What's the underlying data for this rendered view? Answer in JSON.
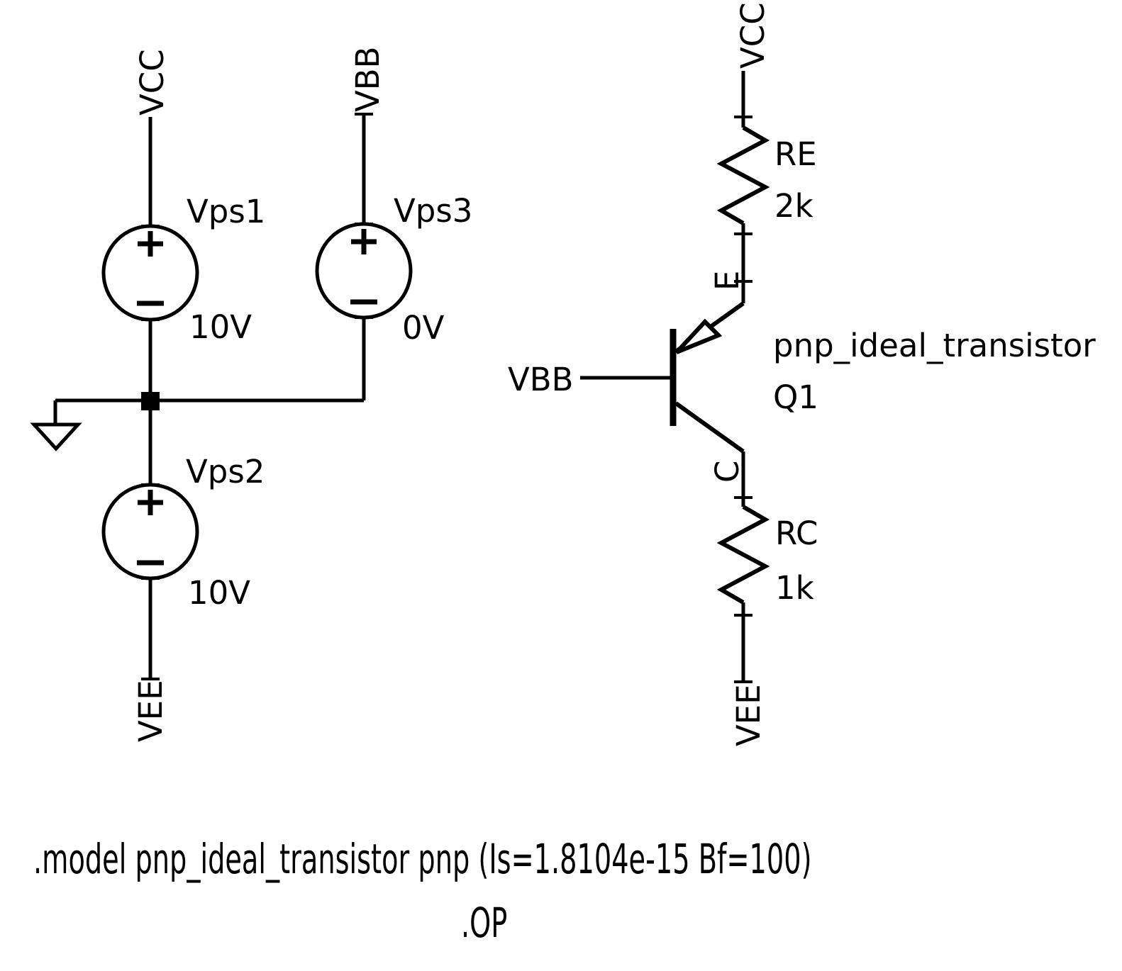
{
  "title": "PNP ideal transistor bias circuit schematic",
  "colors": {
    "stroke": "#000000",
    "background": "#ffffff"
  },
  "labels": {
    "vcc": "VCC",
    "vee": "VEE",
    "vbb": "VBB",
    "emitter": "E",
    "collector": "C",
    "plus": "+",
    "minus": "−"
  },
  "sources": [
    {
      "name": "Vps1",
      "value": "10V",
      "top_net": "VCC",
      "bottom_net": "GND"
    },
    {
      "name": "Vps2",
      "value": "10V",
      "top_net": "GND",
      "bottom_net": "VEE"
    },
    {
      "name": "Vps3",
      "value": "0V",
      "top_net": "VBB",
      "bottom_net": "GND"
    }
  ],
  "resistors": [
    {
      "name": "RE",
      "value": "2k",
      "from_net": "VCC",
      "to": "emitter"
    },
    {
      "name": "RC",
      "value": "1k",
      "from": "collector",
      "to_net": "VEE"
    }
  ],
  "transistor": {
    "designator": "Q1",
    "model": "pnp_ideal_transistor",
    "type": "pnp",
    "base_net": "VBB",
    "emitter_terminal": "E",
    "collector_terminal": "C",
    "params": {
      "Is": "1.8104e-15",
      "Bf": "100"
    }
  },
  "directives": {
    "model": ".model pnp_ideal_transistor pnp (Is=1.8104e-15 Bf=100)",
    "op": ".OP"
  }
}
